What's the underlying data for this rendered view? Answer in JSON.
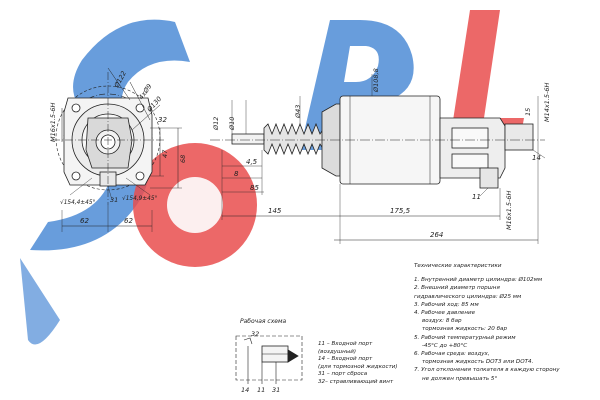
{
  "watermark": {
    "text": "SORL",
    "colors": {
      "blue": "#3b7fd1",
      "red": "#e63b3b"
    }
  },
  "front_view": {
    "port_top_left": "M16x1.5-6H",
    "dim_d122": "Ø122",
    "holes": "4xØ9",
    "dim_d130": "Ø130",
    "dim_32": "32",
    "dim_47": "47",
    "dim_68": "68",
    "angle_left": "√154,4±45°",
    "angle_right": "√154,9±45°",
    "label_31": "31",
    "width_left": "62",
    "width_right": "62"
  },
  "side_view": {
    "dim_d12": "Ø12",
    "dim_d10": "Ø10",
    "dim_d43": "Ø43",
    "dim_d1088": "Ø108,8",
    "dim_45": "4,5",
    "dim_8": "8",
    "dim_85": "85",
    "dim_145": "145",
    "dim_1755": "175,5",
    "dim_264": "264",
    "label_11": "11",
    "port_bottom": "M16x1.5-6H",
    "port_right": "M14x1.5-6H",
    "dim_15": "15",
    "label_14": "14"
  },
  "scheme": {
    "title": "Рабочая схема",
    "label_32": "32",
    "label_14": "14",
    "label_11": "11",
    "label_31": "31"
  },
  "legend": [
    "11 – Входной порт",
    "(воздушный)",
    "14 – Входной порт",
    "(для тормозной жидкости)",
    "31 – порт сброса",
    "32– стравливающий винт"
  ],
  "specs": {
    "title": "Технические характеристики",
    "lines": [
      "1. Внутренний диаметр цилиндра: Ø102мм",
      "2. Внешний диаметр поршня",
      "гидравлического цилиндра: Ø25 мм",
      "3. Рабочий ход: 85 мм",
      "4. Рабочее давление",
      "воздух: 8 бар",
      "тормозная жидкость: 20 бар",
      "5. Рабочий температурный режим",
      "-45°С до +80°С",
      "6. Рабочая среда: воздух,",
      "тормозная жидкость DOT3 или DOT4.",
      "7. Угол отклонения толкателя в каждую сторону",
      "не должен превышать 5°"
    ]
  }
}
